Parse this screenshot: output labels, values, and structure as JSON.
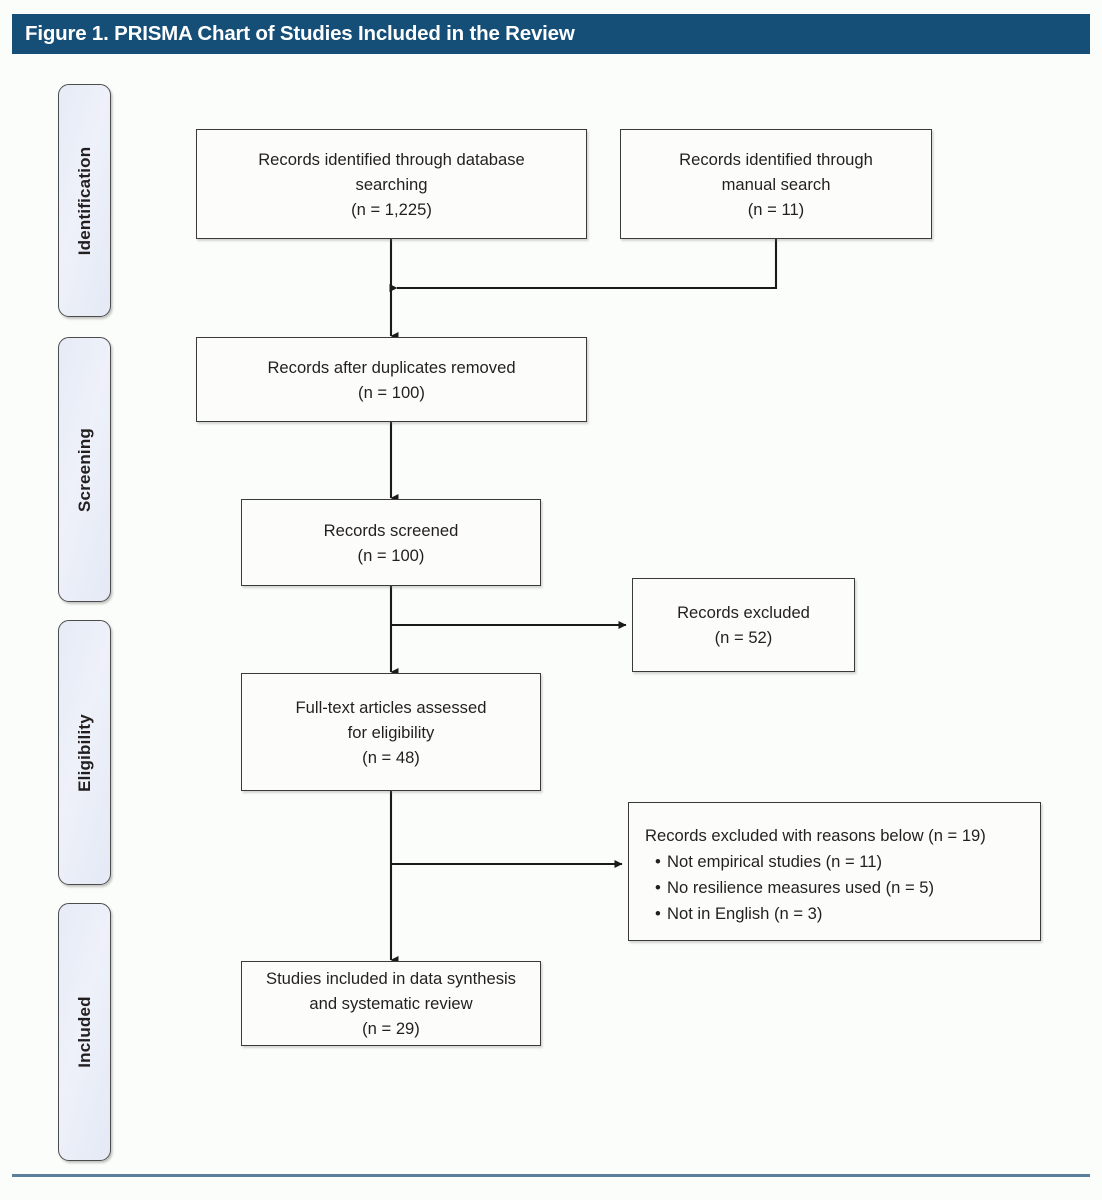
{
  "figure": {
    "title": "Figure 1. PRISMA Chart of Studies Included in the Review",
    "accent_color": "#154f78",
    "rule_color": "#5c7f9e",
    "box_border_color": "#3a3a3a",
    "stage_fill_color": "#e8ecf7"
  },
  "stages": [
    {
      "label": "Identification"
    },
    {
      "label": "Screening"
    },
    {
      "label": "Eligibility"
    },
    {
      "label": "Included"
    }
  ],
  "boxes": {
    "database_searching": "Records identified through database\nsearching\n(n = 1,225)",
    "manual_search": "Records identified through\nmanual search\n(n = 11)",
    "duplicates_removed": "Records after duplicates removed\n(n = 100)",
    "records_screened": "Records screened\n(n = 100)",
    "records_excluded": "Records excluded\n(n = 52)",
    "fulltext_assessed": "Full-text articles assessed\nfor eligibility\n(n = 48)",
    "studies_included": "Studies included in data synthesis\nand systematic review\n(n = 29)"
  },
  "excluded_with_reasons": {
    "heading": "Records excluded with reasons below (n = 19)",
    "items": [
      "Not empirical studies (n = 11)",
      "No resilience measures used (n = 5)",
      "Not in English (n = 3)"
    ]
  },
  "chart_data": {
    "type": "diagram",
    "title": "Figure 1. PRISMA Chart of Studies Included in the Review",
    "diagram_kind": "PRISMA flow diagram",
    "stages": [
      "Identification",
      "Screening",
      "Eligibility",
      "Included"
    ],
    "nodes": [
      {
        "id": "database_searching",
        "stage": "Identification",
        "label": "Records identified through database searching",
        "n": 1225
      },
      {
        "id": "manual_search",
        "stage": "Identification",
        "label": "Records identified through manual search",
        "n": 11
      },
      {
        "id": "duplicates_removed",
        "stage": "Screening",
        "label": "Records after duplicates removed",
        "n": 100
      },
      {
        "id": "records_screened",
        "stage": "Screening",
        "label": "Records screened",
        "n": 100
      },
      {
        "id": "records_excluded",
        "stage": "Screening",
        "label": "Records excluded",
        "n": 52
      },
      {
        "id": "fulltext_assessed",
        "stage": "Eligibility",
        "label": "Full-text articles assessed for eligibility",
        "n": 48
      },
      {
        "id": "excluded_reasons",
        "stage": "Eligibility",
        "label": "Records excluded with reasons below",
        "n": 19,
        "reasons": [
          {
            "label": "Not empirical studies",
            "n": 11
          },
          {
            "label": "No resilience measures used",
            "n": 5
          },
          {
            "label": "Not in English",
            "n": 3
          }
        ]
      },
      {
        "id": "studies_included",
        "stage": "Included",
        "label": "Studies included in data synthesis and systematic review",
        "n": 29
      }
    ],
    "edges": [
      {
        "from": "database_searching",
        "to": "duplicates_removed"
      },
      {
        "from": "manual_search",
        "to": "duplicates_removed"
      },
      {
        "from": "duplicates_removed",
        "to": "records_screened"
      },
      {
        "from": "records_screened",
        "to": "records_excluded"
      },
      {
        "from": "records_screened",
        "to": "fulltext_assessed"
      },
      {
        "from": "fulltext_assessed",
        "to": "excluded_reasons"
      },
      {
        "from": "fulltext_assessed",
        "to": "studies_included"
      }
    ]
  }
}
